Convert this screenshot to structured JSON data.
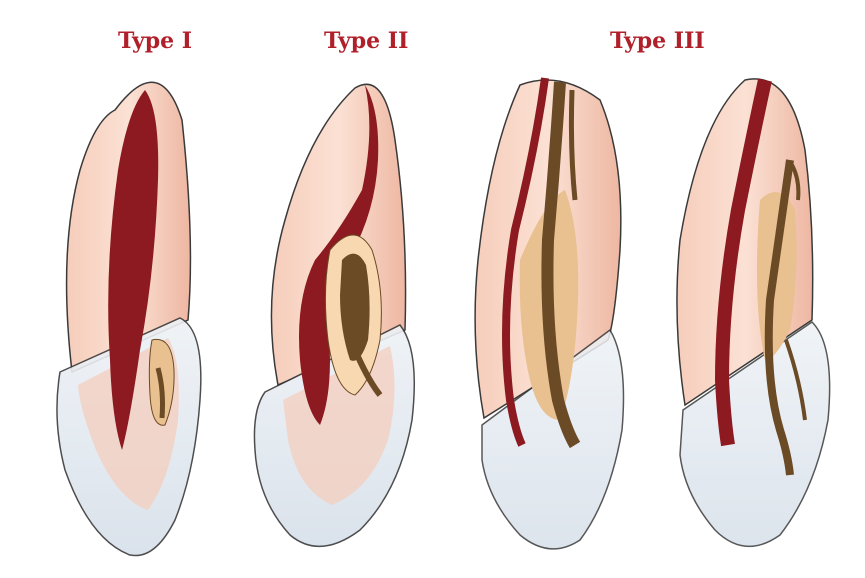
{
  "labels": {
    "type1": "Type I",
    "type2": "Type II",
    "type3": "Type III"
  },
  "colors": {
    "label": "#b0202a",
    "root": "#f2c0ac",
    "root_light": "#f9d9cb",
    "pulp": "#8c1a20",
    "canal_brown": "#6b4a26",
    "canal_tan": "#e9c08f",
    "crown": "#dfe6ee",
    "outline": "#3a3a3a"
  },
  "icons": [
    "tooth-type-1-icon",
    "tooth-type-2-icon",
    "tooth-type-3a-icon",
    "tooth-type-3b-icon"
  ]
}
